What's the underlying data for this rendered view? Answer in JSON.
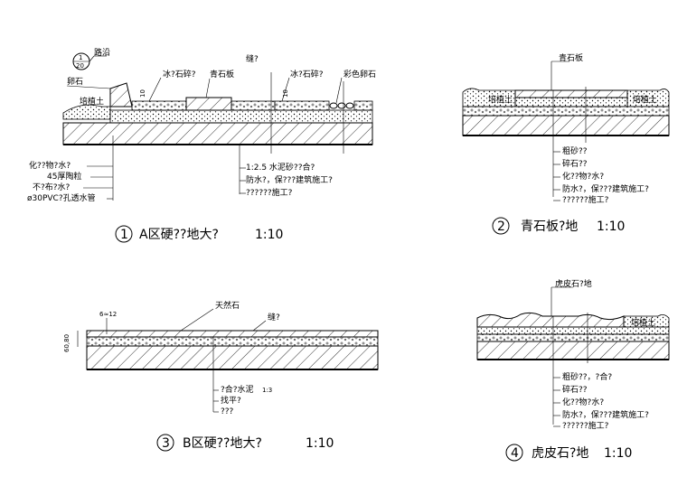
{
  "detail1": {
    "index_circle": {
      "top": "1",
      "bottom": "20"
    },
    "label_curb": "路沿",
    "label_pebble": "卵石",
    "label_soil": "培植土",
    "label_gravel_left": "冰?石碎?",
    "label_bluestone": "青石板",
    "label_seam": "缝?",
    "label_gravel_right": "冰?石碎?",
    "label_color_pebble": "彩色卵石",
    "dim_left": "10",
    "dim_right": "10",
    "left_notes": [
      "化??物?水?",
      "45厚陶粒",
      "不?布?水?",
      "ø30PVC?孔透水管"
    ],
    "right_notes": [
      "1:2.5 水泥砂??合?",
      "防水?，保???建筑施工?",
      "??????施工?"
    ],
    "title_num": "1",
    "title_text": "A区硬??地大?",
    "title_scale": "1:10"
  },
  "detail2": {
    "label_top": "青石板",
    "label_soil_left": "培植土",
    "label_soil_right": "培植土",
    "notes": [
      "粗砂??",
      "碎石??",
      "化??物?水?",
      "防水?，保???建筑施工?",
      "??????施工?"
    ],
    "title_num": "2",
    "title_text": "青石板?地",
    "title_scale": "1:10"
  },
  "detail3": {
    "dim_top": "6≈12",
    "dim_side": "60,80",
    "label_stone": "天然石",
    "label_seam": "缝?",
    "notes": [
      "?合?水泥",
      "找平?",
      "???"
    ],
    "ratio": "1:3",
    "title_num": "3",
    "title_text": "B区硬??地大?",
    "title_scale": "1:10"
  },
  "detail4": {
    "label_top": "虎皮石?地",
    "label_soil": "培植土",
    "notes": [
      "粗砂??，?合?",
      "碎石??",
      "化??物?水?",
      "防水?，保???建筑施工?",
      "??????施工?"
    ],
    "title_num": "4",
    "title_text": "虎皮石?地",
    "title_scale": "1:10"
  }
}
